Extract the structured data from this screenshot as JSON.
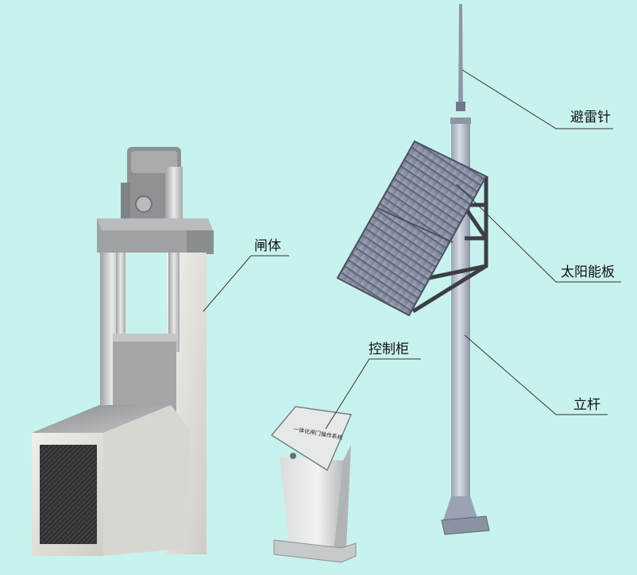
{
  "labels": {
    "gate_body": "闸体",
    "lightning_rod": "避雷针",
    "solar_panel": "太阳能板",
    "control_cabinet": "控制柜",
    "pole": "立杆"
  },
  "cabinet_panel_text": "一体化闸门操作系统",
  "colors": {
    "background": "#c8f2ee",
    "metal_light": "#e6e6e4",
    "metal_mid": "#b9bcbd",
    "metal_dark": "#7c8083",
    "panel_blue": "#8e98ab",
    "leader_line": "#333333"
  }
}
